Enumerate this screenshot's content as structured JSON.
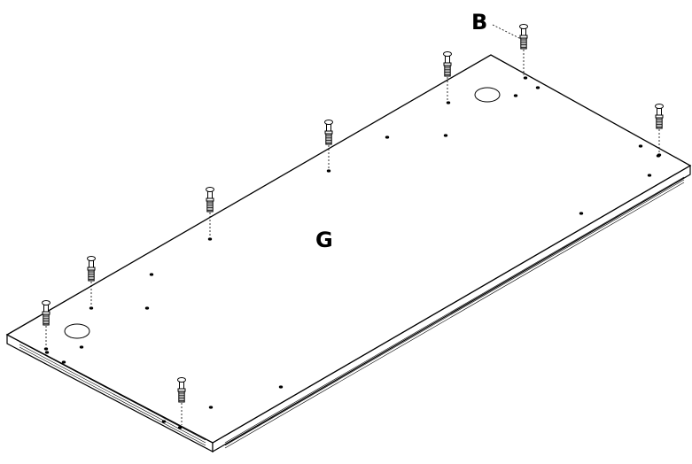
{
  "labels": {
    "panel": "G",
    "part": "B"
  },
  "pegs": [
    {
      "name": "peg-1"
    },
    {
      "name": "peg-2"
    },
    {
      "name": "peg-3"
    },
    {
      "name": "peg-4"
    },
    {
      "name": "peg-5"
    },
    {
      "name": "peg-6"
    },
    {
      "name": "peg-7"
    },
    {
      "name": "peg-8"
    }
  ],
  "colors": {
    "line": "#000000",
    "panel_fill": "#ffffff"
  }
}
